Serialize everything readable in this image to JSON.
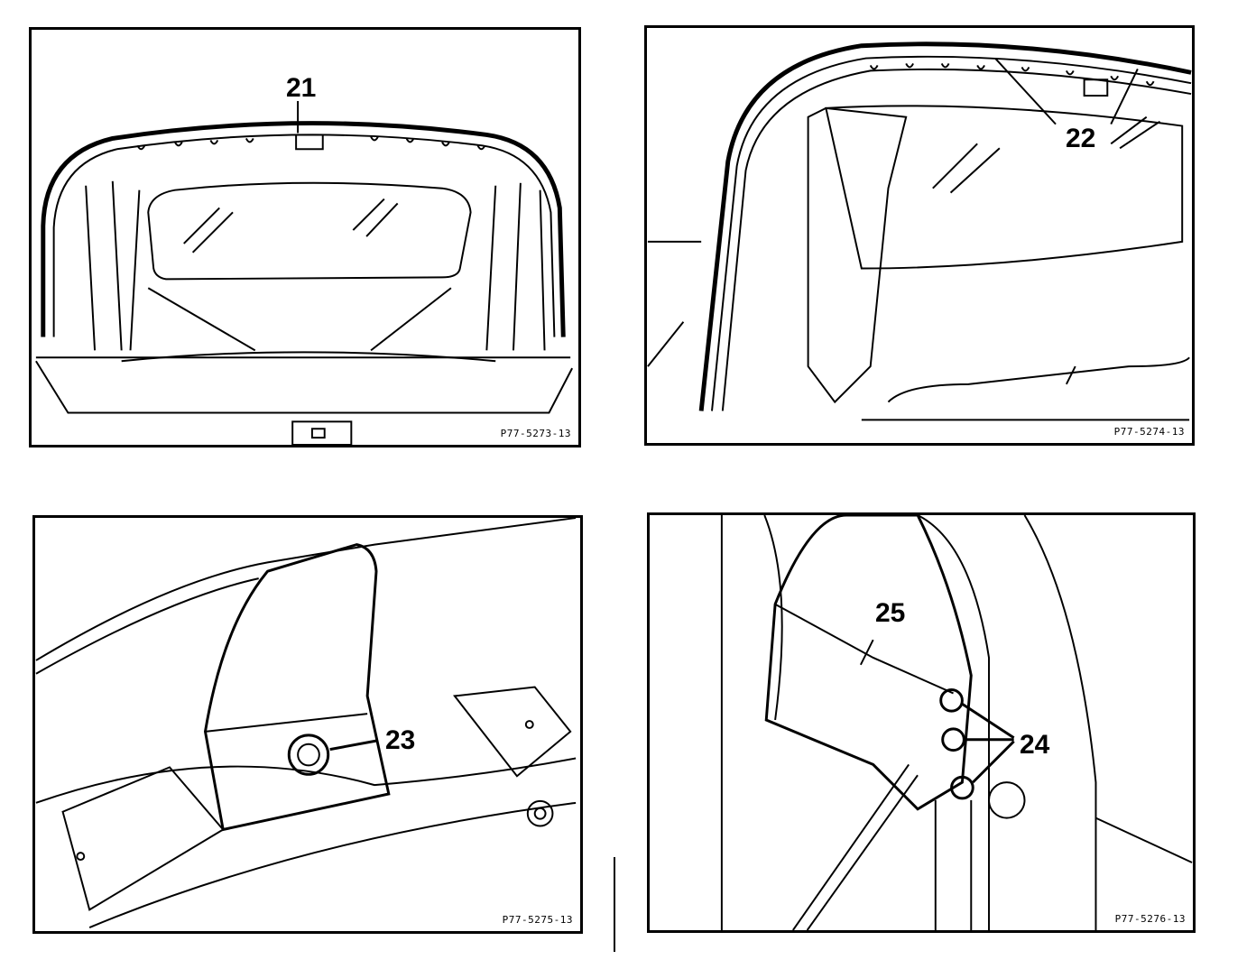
{
  "panels": [
    {
      "callouts": [
        "21"
      ],
      "ref": "P77-5273-13"
    },
    {
      "callouts": [
        "22"
      ],
      "ref": "P77-5274-13"
    },
    {
      "callouts": [
        "23"
      ],
      "ref": "P77-5275-13"
    },
    {
      "callouts": [
        "25",
        "24"
      ],
      "ref": "P77-5276-13"
    }
  ]
}
